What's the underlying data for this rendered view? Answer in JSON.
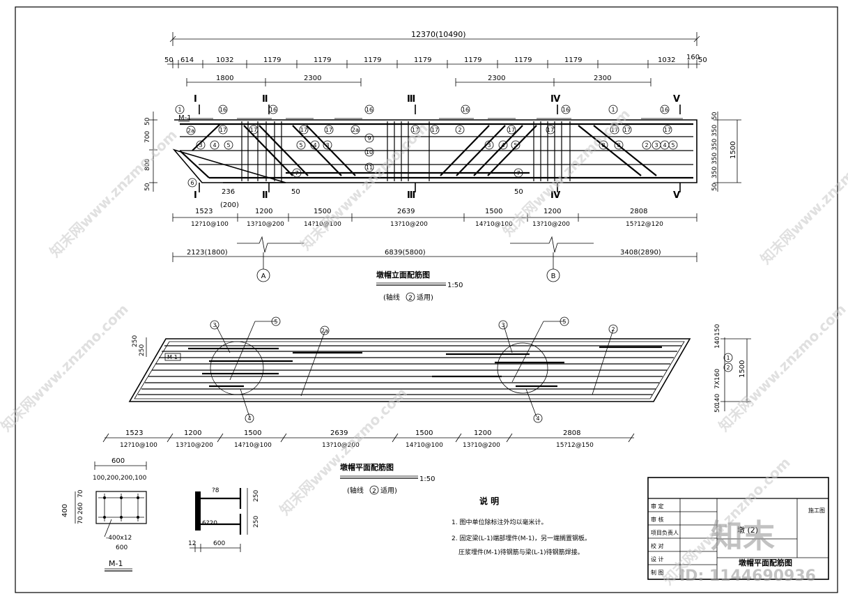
{
  "top_dims": {
    "overall": "12370(10490)",
    "row2": [
      "50",
      "614",
      "1032",
      "1179",
      "1179",
      "1179",
      "1179",
      "1179",
      "1179",
      "1179",
      "1032",
      "160",
      "50"
    ],
    "row3": [
      "1800",
      "2300",
      "2300",
      "2300"
    ]
  },
  "section_labels": {
    "top": [
      "Ⅰ",
      "Ⅱ",
      "Ⅲ",
      "Ⅳ",
      "Ⅴ"
    ],
    "bottom": [
      "Ⅰ",
      "Ⅱ",
      "Ⅲ",
      "Ⅳ",
      "Ⅴ"
    ],
    "tick": "I"
  },
  "elev_left_dims": [
    "50",
    "700",
    "800",
    "50"
  ],
  "elev_right_dims": [
    "50",
    "350",
    "350",
    "350",
    "350",
    "50"
  ],
  "elev_right_total": "1500",
  "embed_label": "M-1",
  "rebar_numbers": {
    "n1": "1",
    "n2": "2",
    "n3": "3",
    "n4": "4",
    "n5": "5",
    "n6": "6",
    "n7": "7",
    "n8": "8",
    "n9": "9",
    "n10": "10",
    "n11": "11",
    "n16": "16",
    "n17": "17",
    "n2a": "2a"
  },
  "small_dims": {
    "d236": "236",
    "d200": "(200)",
    "d50a": "50",
    "d50b": "50"
  },
  "stirrup_zones": {
    "lengths": [
      "1523",
      "1200",
      "1500",
      "2639",
      "1500",
      "1200",
      "2808"
    ],
    "specs_elev": [
      "12?10@100",
      "13?10@200",
      "14?10@100",
      "13?10@200",
      "14?10@100",
      "13?10@200",
      "15?12@120"
    ],
    "specs_plan": [
      "12?10@100",
      "13?10@200",
      "14?10@100",
      "13?10@200",
      "14?10@100",
      "13?10@200",
      "15?12@150"
    ]
  },
  "axis_dims": [
    "2123(1800)",
    "6839(5800)",
    "3408(2890)"
  ],
  "axes": [
    "A",
    "B"
  ],
  "elev_title": "墩帽立面配筋图",
  "elev_scale": "1:50",
  "elev_sub": {
    "pre": "(轴线",
    "num": "2",
    "post": "适用)"
  },
  "plan_left_dims": [
    "250",
    "250"
  ],
  "plan_right_dims": [
    "140",
    "150",
    "7X160",
    "140",
    "50"
  ],
  "plan_right_total": "1500",
  "plan_axis_nums": [
    "1",
    "2"
  ],
  "plan_labels": {
    "p3": "3",
    "p5": "5",
    "p2a": "2a",
    "p3b": "3",
    "p5b": "5",
    "p2": "2",
    "p4": "4",
    "p4b": "4"
  },
  "plan_title": "墩帽平面配筋图",
  "plan_scale": "1:50",
  "plan_sub": {
    "pre": "(轴线",
    "num": "2",
    "post": "适用)"
  },
  "m1": {
    "width": "600",
    "sub": "100,200,200,100",
    "height": "400",
    "vdims": [
      "70",
      "260",
      "70"
    ],
    "plate": "-400x12",
    "bottom": "600",
    "title": "M-1"
  },
  "anchor": {
    "bar_size": "?8",
    "bar_label": "6?20",
    "thick": "12",
    "len": "600",
    "d250a": "250",
    "d250b": "250"
  },
  "notes": {
    "title": "说  明",
    "line1": "1. 图中单位除标注外均以毫米计。",
    "line2": "2. 固定梁(L-1)端部埋件(M-1)，另一端搁置钢板。",
    "line3": "圧浆埋件(M-1)待钢筋与梁(L-1)待钢筋焊接。"
  },
  "title_block": {
    "rows": [
      "审 定",
      "审 核",
      "项目负责人",
      "校 对",
      "设 计",
      "制 图"
    ],
    "drawing_name": "墩帽平面配筋图",
    "sheet_no": "施工图",
    "name_top": "墩 (2)"
  },
  "watermark": {
    "text": "知末网www.znzmo.com",
    "logo": "知末",
    "id": "ID: 1144690936"
  }
}
